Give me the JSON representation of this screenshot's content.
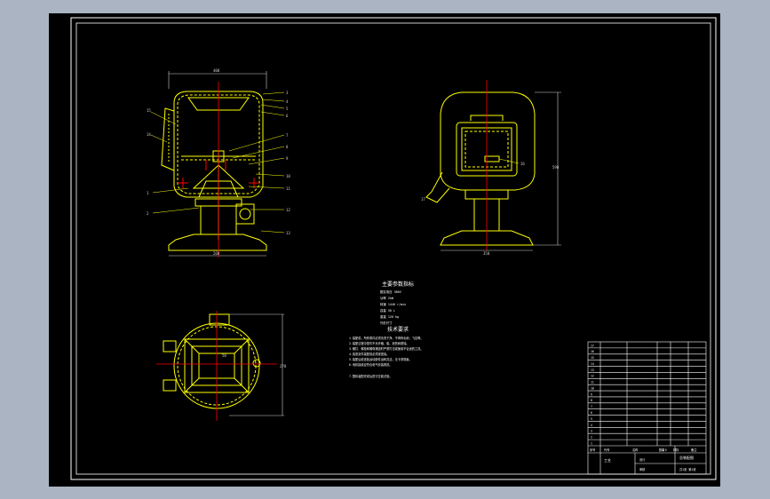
{
  "colors": {
    "viewport_bg": "#aab4c2",
    "sheet_bg": "#000000",
    "border": "#ffffff",
    "outline": "#ffff00",
    "centerline": "#ff0000",
    "dimension": "#cfcfcf"
  },
  "views": {
    "front": {
      "width_dim": "400",
      "base_dim": "200",
      "leaders": [
        "15",
        "14",
        "1",
        "2",
        "3",
        "4",
        "5",
        "6",
        "7",
        "8",
        "9",
        "10",
        "11",
        "12",
        "13"
      ]
    },
    "side": {
      "width_dim": "350",
      "height_dim": "590",
      "leaders": [
        "16",
        "17"
      ]
    },
    "top": {
      "height_dim": "270",
      "center_label": "50"
    }
  },
  "specs": {
    "title": "主要参数指标",
    "rows": [
      "额定电压 380V",
      "功率 2kW",
      "转速 1440 r/min",
      "容量 50 L",
      "重量 120 kg",
      "外形尺寸"
    ]
  },
  "tech": {
    "title": "技术要求",
    "items": [
      "1.装配前，所有零件必须清洗干净，不得有毛刺、飞边等。",
      "2.装配过程中零件不允许磕、碰、划伤和锈蚀。",
      "3.螺钉、螺栓和螺母紧固时严禁打击或使用不合适的工具。",
      "4.各密封件装配前必须浸透油。",
      "5.装配后检查各运动部件运转灵活，无卡滞现象。",
      "6.电机接线应符合电气安装规范。",
      "7.整机装配完成后进行空载试验。"
    ]
  },
  "title_block": {
    "row_numbers": [
      "17",
      "16",
      "15",
      "14",
      "13",
      "12",
      "11",
      "10",
      "9",
      "8",
      "7",
      "6",
      "5",
      "4",
      "3",
      "2",
      "1"
    ],
    "header": [
      "序号",
      "代号",
      "名称",
      "数量",
      "材料",
      "备注"
    ],
    "drawing_name": "总装配图",
    "designer": "设计",
    "checker": "审核",
    "company": "工艺",
    "scale": "1:5",
    "sheet": "共1张 第1张"
  }
}
